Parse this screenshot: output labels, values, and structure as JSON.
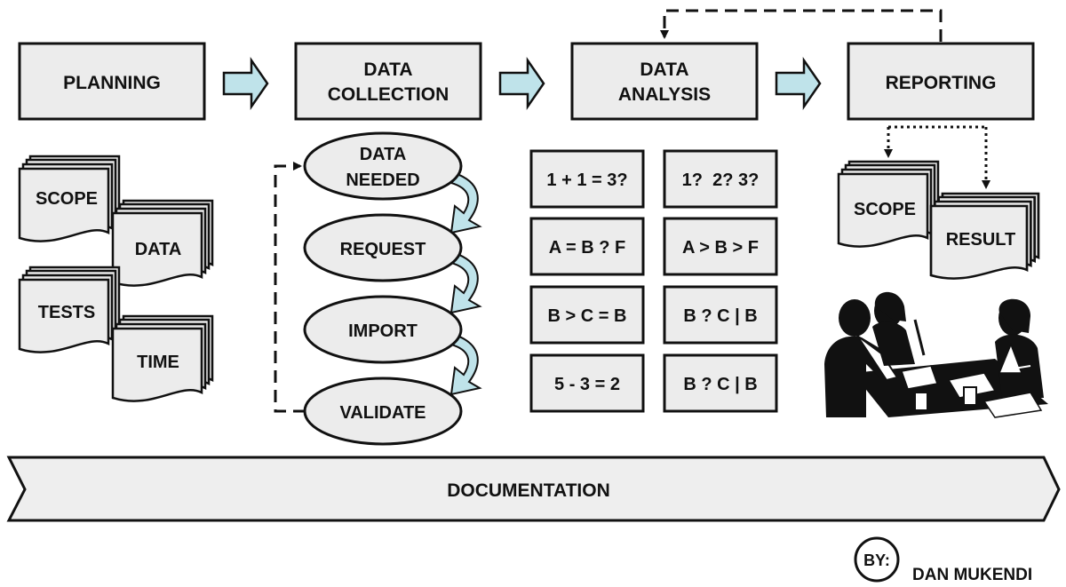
{
  "stages": {
    "planning": "PLANNING",
    "collection": [
      "DATA",
      "COLLECTION"
    ],
    "analysis": [
      "DATA",
      "ANALYSIS"
    ],
    "reporting": "REPORTING"
  },
  "planning_docs": [
    "SCOPE",
    "DATA",
    "TESTS",
    "TIME"
  ],
  "collection_steps": [
    [
      "DATA",
      "NEEDED"
    ],
    [
      "REQUEST"
    ],
    [
      "IMPORT"
    ],
    [
      "VALIDATE"
    ]
  ],
  "analysis_cells": [
    "1 + 1 = 3?",
    "1?  2? 3?",
    "A = B ? F",
    "A > B > F",
    "B > C = B",
    "B ? C | B",
    "5 - 3 = 2",
    "B ? C | B"
  ],
  "reporting_docs": [
    "SCOPE",
    "RESULT"
  ],
  "documentation": "DOCUMENTATION",
  "author": {
    "badge": "BY:",
    "name": "DAN MUKENDI"
  },
  "colors": {
    "box_fill": "#ececec",
    "stroke": "#111111",
    "arrow_fill": "#bfe3ea",
    "banner_fill": "#eeeeee"
  }
}
